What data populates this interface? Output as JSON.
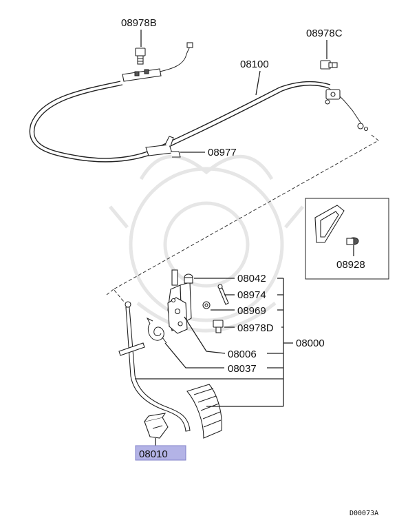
{
  "parts": {
    "p08978B": "08978B",
    "p08978C": "08978C",
    "p08100": "08100",
    "p08977": "08977",
    "p08042": "08042",
    "p08974": "08974",
    "p08969": "08969",
    "p08978D": "08978D",
    "p08000": "08000",
    "p08006": "08006",
    "p08037": "08037",
    "p08928": "08928",
    "p08010": "08010"
  },
  "highlighted_part": "08010",
  "diagram_code": "D00073A",
  "colors": {
    "highlight_fill": "#b3b3e6",
    "line": "#222222",
    "watermark": "#e6e6e6"
  }
}
